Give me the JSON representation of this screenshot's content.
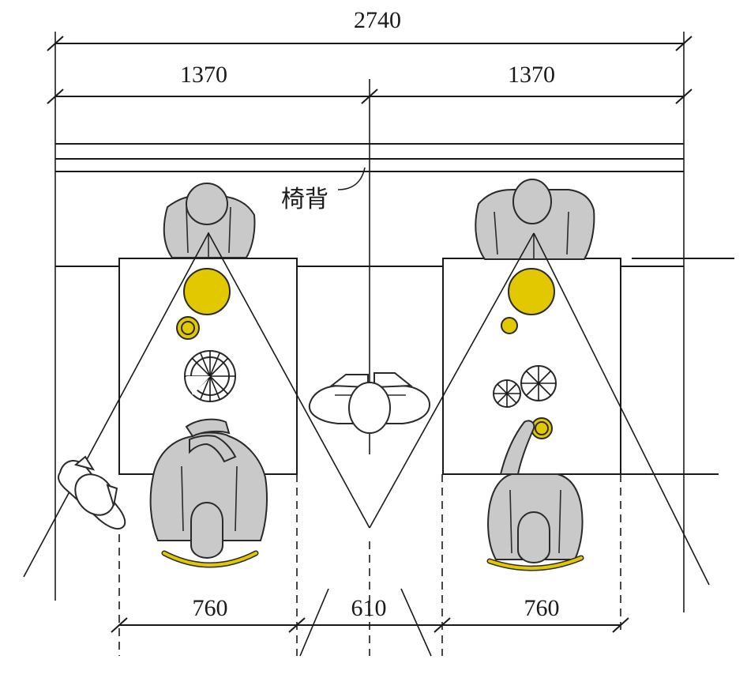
{
  "dimensions": {
    "total": "2740",
    "left_half": "1370",
    "right_half": "1370",
    "left_table": "760",
    "aisle": "610",
    "right_table": "760"
  },
  "labels": {
    "chair_back": "椅背"
  },
  "colors": {
    "line": "#1a1a1a",
    "person_fill": "#c9c9c9",
    "tableware_yellow": "#e2c800",
    "background": "#ffffff"
  },
  "icons": [
    "person-seated-icon",
    "person-walking-icon",
    "plate-icon",
    "cup-icon",
    "fork-spread-icon"
  ]
}
